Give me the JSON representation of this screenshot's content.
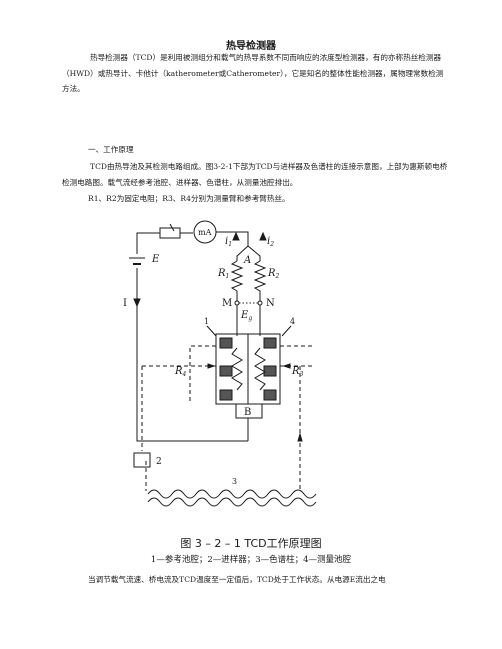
{
  "doc": {
    "title": "热导检测器",
    "para1": "热导检测器（TCD）是利用被测组分和载气的热导系数不同而响应的浓度型检测器，有的亦称热丝检测器（HWD）或热导计、卡他计（katherometer或Catherometer），它是知名的整体性能检测器，属物理常数检测方法。",
    "section": "一、工作原理",
    "para2": "TCD由热导池及其检测电路组成。图3-2-1下部为TCD与进样器及色谱柱的连接示意图，上部为惠斯顿电桥检测电路图。载气流经参考池腔、进样器、色谱柱，从测量池腔排出。",
    "para3": "R1、R2为固定电阻；R3、R4分别为测量臂和参考臂热丝。",
    "caption": "图 3 – 2 – 1    TCD工作原理图",
    "legend": "1—参考池腔；2—进样器；3—色谱柱；4—测量池腔",
    "para4": "当调节载气流速、桥电流及TCD温度至一定值后，TCD处于工作状态。从电源E流出之电"
  },
  "figure": {
    "label_mA": "mA",
    "label_E": "E",
    "label_I": "I",
    "label_i1": "i",
    "label_i1_sub": "1",
    "label_i2": "i",
    "label_i2_sub": "2",
    "label_A": "A",
    "label_R1": "R",
    "label_R1_sub": "1",
    "label_R2": "R",
    "label_R2_sub": "2",
    "label_M": "M",
    "label_N": "N",
    "label_Eg": "E",
    "label_Eg_sub": "g",
    "label_1": "1",
    "label_4": "4",
    "label_R4": "R",
    "label_R4_sub": "4",
    "label_R3": "R",
    "label_R3_sub": "3",
    "label_B": "B",
    "label_2": "2",
    "label_3": "3"
  }
}
